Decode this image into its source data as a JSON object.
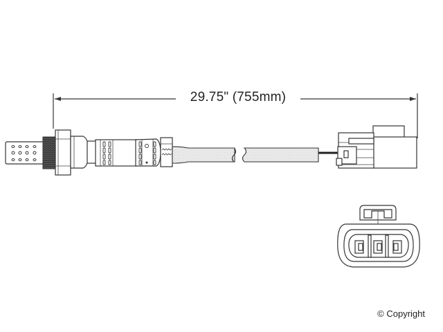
{
  "diagram": {
    "subject": "oxygen sensor",
    "dimension": {
      "label": "29.75\" (755mm)",
      "inches": 29.75,
      "mm": 755
    },
    "parts": [
      "sensor-tip-shield",
      "threaded-body",
      "hex-nut",
      "sensor-housing",
      "wire-harness",
      "connector-side-view",
      "connector-face-view"
    ],
    "connector_pins": 3
  },
  "footer": {
    "copyright": "© Copyright"
  },
  "colors": {
    "line": "#333333",
    "thread": "#4a4a4a",
    "harness_fill": "#e6e6e6",
    "background": "#ffffff"
  }
}
